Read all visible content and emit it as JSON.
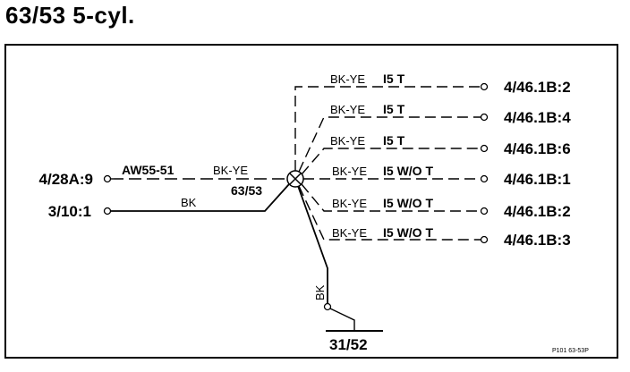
{
  "title": "63/53 5-cyl.",
  "splice": {
    "label": "63/53"
  },
  "inputs": [
    {
      "id": "4/28A:9",
      "wire_code": "AW55-51",
      "wire_color": "BK-YE"
    },
    {
      "id": "3/10:1",
      "wire_color": "BK"
    }
  ],
  "outputs": [
    {
      "color": "BK-YE",
      "variant": "I5 T",
      "id": "4/46.1B:2"
    },
    {
      "color": "BK-YE",
      "variant": "I5 T",
      "id": "4/46.1B:4"
    },
    {
      "color": "BK-YE",
      "variant": "I5 T",
      "id": "4/46.1B:6"
    },
    {
      "color": "BK-YE",
      "variant": "I5 W/O T",
      "id": "4/46.1B:1"
    },
    {
      "color": "BK-YE",
      "variant": "I5 W/O T",
      "id": "4/46.1B:2"
    },
    {
      "color": "BK-YE",
      "variant": "I5 W/O T",
      "id": "4/46.1B:3"
    }
  ],
  "ground": {
    "wire_color": "BK",
    "id": "31/52"
  },
  "footnote": "P101 63-53P"
}
